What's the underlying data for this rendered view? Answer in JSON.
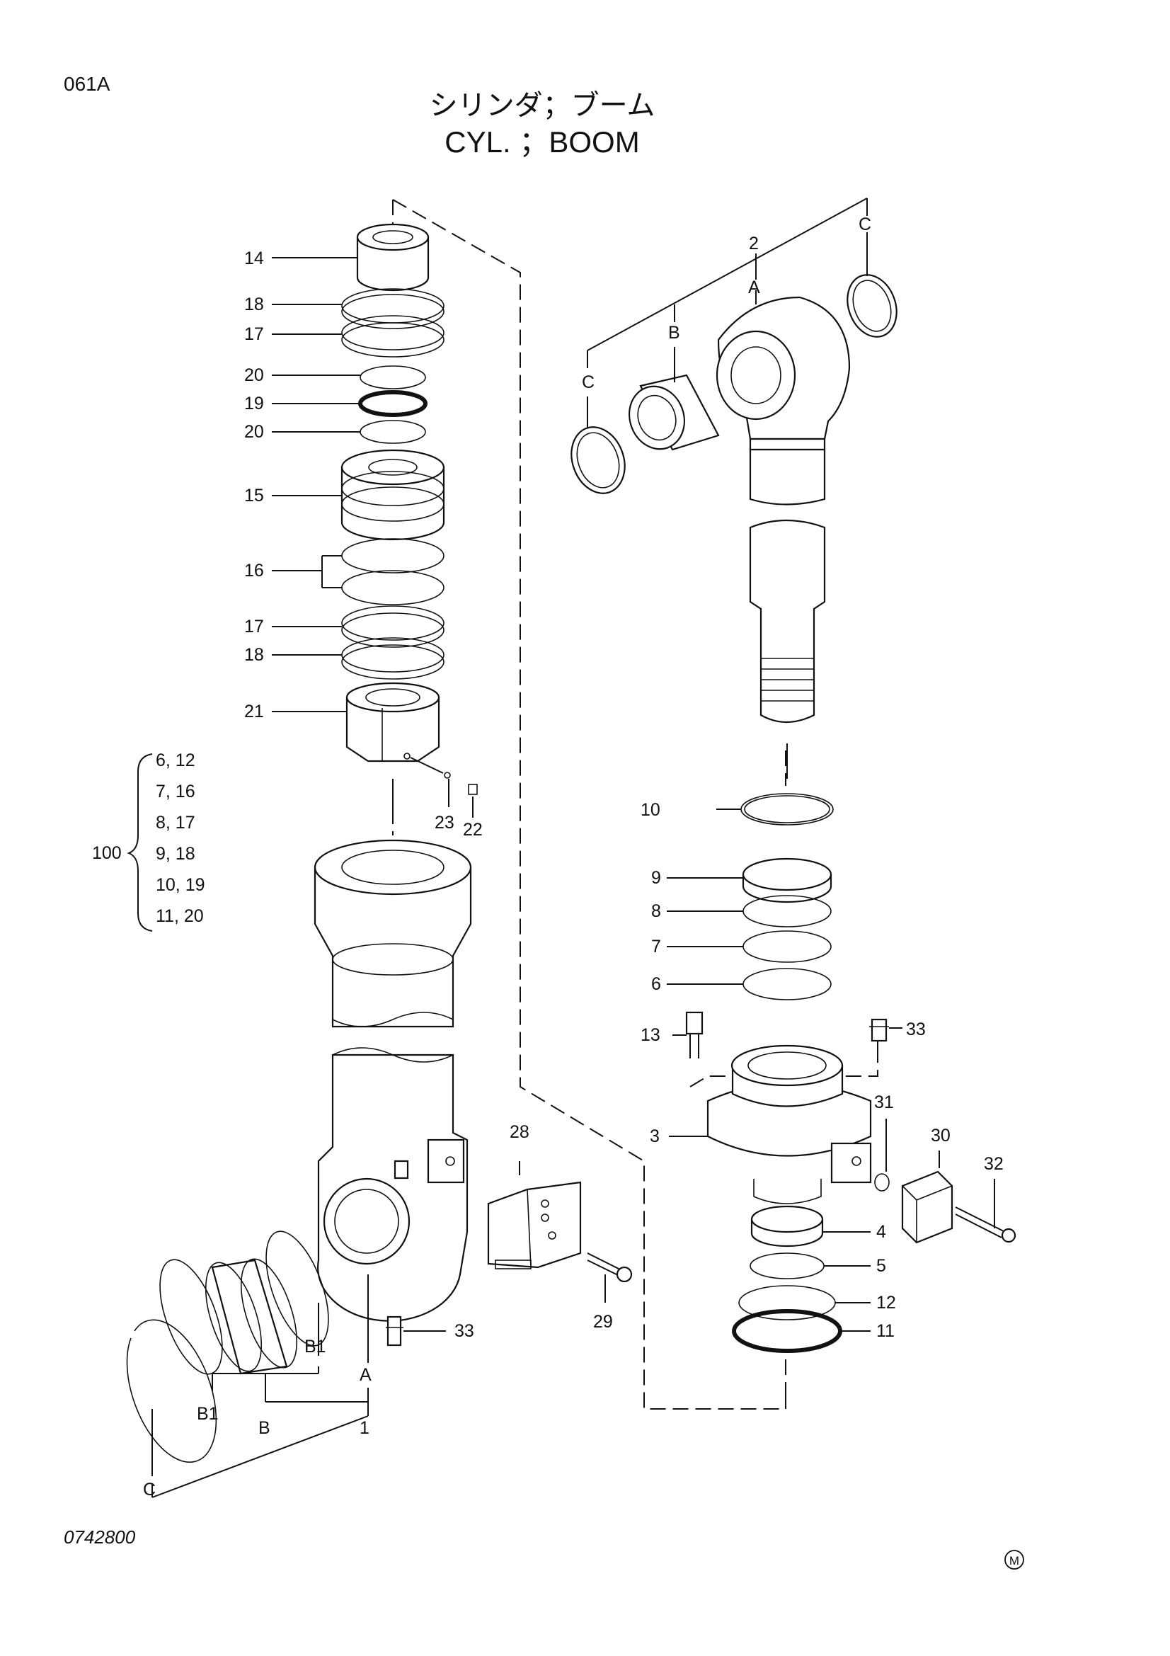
{
  "page": {
    "ref_code": "061A",
    "title_jp": "シリンダ；ブーム",
    "title_en": "CYL. ；BOOM",
    "drawing_number": "0742800",
    "corner_mark": "M"
  },
  "kit": {
    "number": "100",
    "contents": [
      "6, 12",
      "7, 16",
      "8, 17",
      "9, 18",
      "10, 19",
      "11, 20"
    ]
  },
  "labels": {
    "p14": "14",
    "p18a": "18",
    "p17a": "17",
    "p20a": "20",
    "p19": "19",
    "p20b": "20",
    "p15": "15",
    "p16": "16",
    "p17b": "17",
    "p18b": "18",
    "p21": "21",
    "p23": "23",
    "p22": "22",
    "p28": "28",
    "p29": "29",
    "p33a": "33",
    "a_left": "A",
    "b1_right": "B1",
    "b1_left": "B1",
    "b_left": "B",
    "c_left": "C",
    "one": "1",
    "two": "2",
    "a_right": "A",
    "b_right": "B",
    "c_right_top": "C",
    "c_right_left": "C",
    "p10": "10",
    "p9": "9",
    "p8": "8",
    "p7": "7",
    "p6": "6",
    "p13": "13",
    "p33b": "33",
    "p31": "31",
    "p30": "30",
    "p32": "32",
    "p3": "3",
    "p4": "4",
    "p5": "5",
    "p12": "12",
    "p11": "11"
  }
}
